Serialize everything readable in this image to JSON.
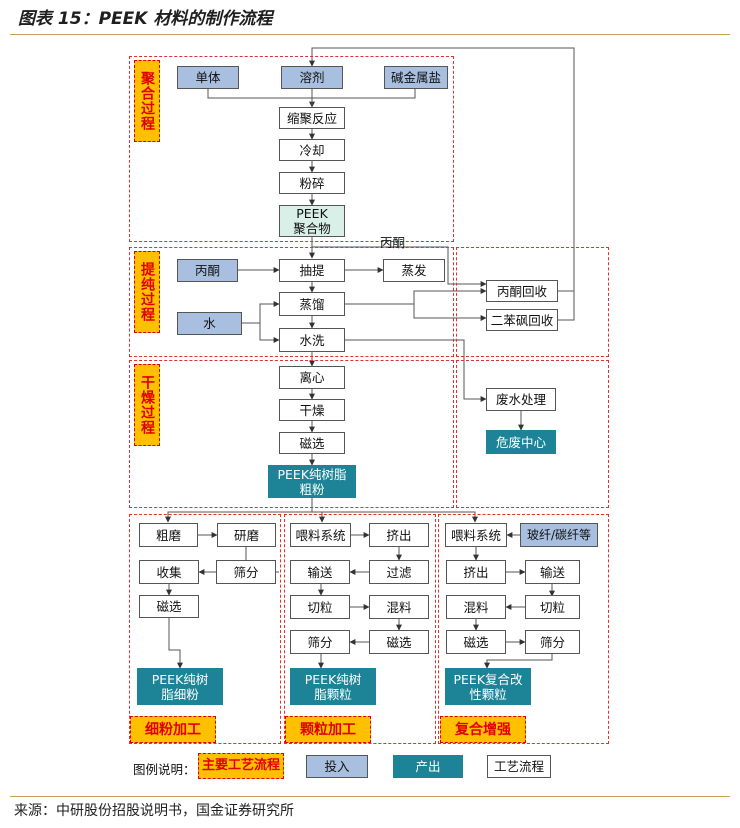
{
  "title": "图表 15：PEEK 材料的制作流程",
  "source": "来源：中研股份招股说明书，国金证券研究所",
  "stages": {
    "polymerization": "聚合过程",
    "extraction": "提纯过程",
    "drying": "干燥过程",
    "fine_powder": "细粉加工",
    "pellet": "颗粒加工",
    "compound": "复合增强"
  },
  "nodes": {
    "monomer": "单体",
    "solvent": "溶剂",
    "alkali_salt": "碱金属盐",
    "polycondensation": "缩聚反应",
    "cooling": "冷却",
    "crushing": "粉碎",
    "peek_polymer": "PEEK聚合物",
    "acetone_in": "丙酮",
    "extraction": "抽提",
    "evaporation": "蒸发",
    "distillation": "蒸馏",
    "water": "水",
    "washing": "水洗",
    "acetone_recovery": "丙酮回收",
    "dps_recovery": "二苯砜回收",
    "centrifuge": "离心",
    "drying": "干燥",
    "magnetic_sep": "磁选",
    "peek_coarse": "PEEK纯树脂粗粉",
    "wastewater": "废水处理",
    "hazard_center": "危废中心",
    "fp_coarse_grind": "粗磨",
    "fp_grind": "研磨",
    "fp_collect": "收集",
    "fp_sieve": "筛分",
    "fp_magnetic": "磁选",
    "peek_fine": "PEEK纯树脂细粉",
    "pp_feed": "喂料系统",
    "pp_extrude": "挤出",
    "pp_convey": "输送",
    "pp_filter": "过滤",
    "pp_cut": "切粒",
    "pp_mix": "混料",
    "pp_sieve": "筛分",
    "pp_magnetic": "磁选",
    "peek_pellet": "PEEK纯树脂颗粒",
    "cp_feed": "喂料系统",
    "cp_fiber": "玻纤/碳纤等",
    "cp_extrude": "挤出",
    "cp_convey": "输送",
    "cp_mix": "混料",
    "cp_cut": "切粒",
    "cp_magnetic": "磁选",
    "cp_sieve": "筛分",
    "peek_composite": "PEEK复合改性颗粒"
  },
  "edge_label_acetone": "丙酮",
  "legend": {
    "label": "图例说明：",
    "main_process": "主要工艺流程",
    "input": "投入",
    "output": "产出",
    "process_flow": "工艺流程"
  }
}
